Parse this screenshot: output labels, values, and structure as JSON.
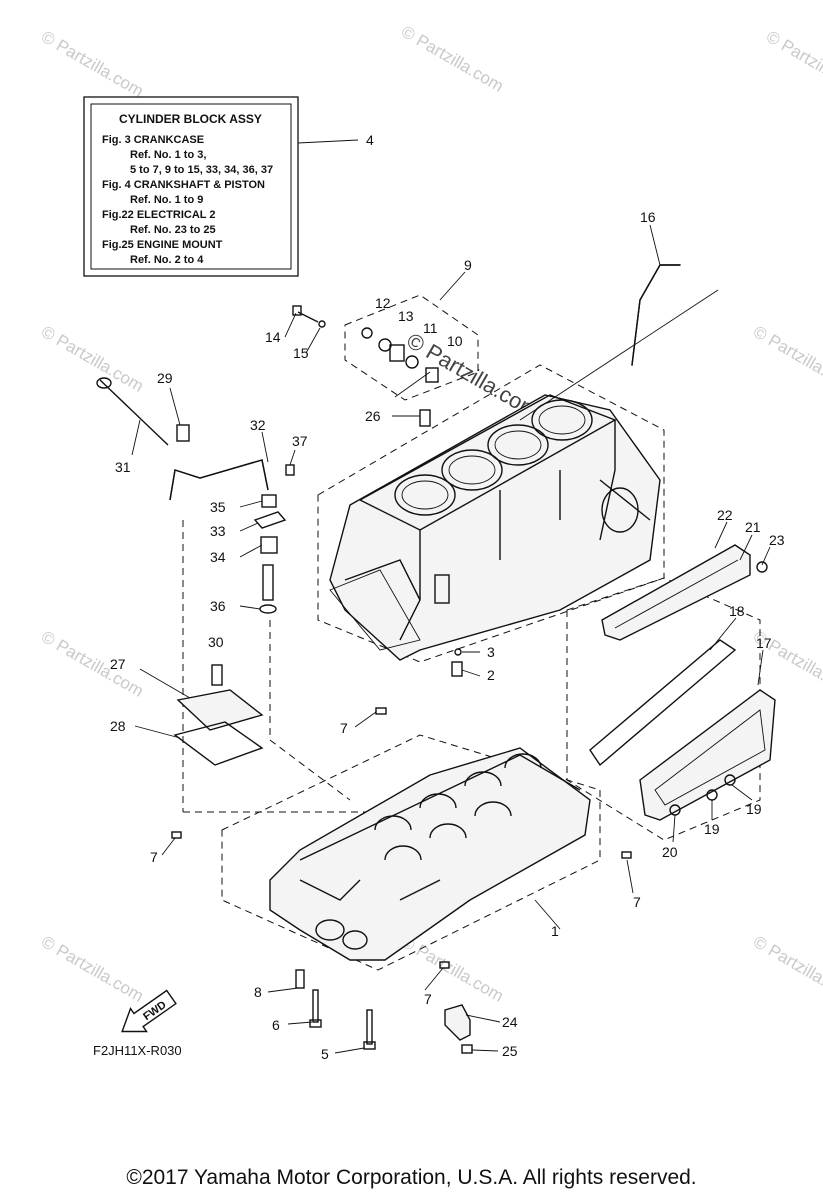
{
  "info_box": {
    "title": "CYLINDER BLOCK ASSY",
    "lines": [
      "Fig.  3 CRANKCASE",
      "Ref. No. 1 to 3,",
      "5 to 7, 9 to 15, 33, 34, 36, 37",
      "Fig.  4 CRANKSHAFT & PISTON",
      "Ref. No. 1 to 9",
      "Fig.22 ELECTRICAL 2",
      "Ref. No. 23 to 25",
      "Fig.25 ENGINE MOUNT",
      "Ref. No. 2 to 4"
    ]
  },
  "callouts": [
    "1",
    "2",
    "3",
    "4",
    "5",
    "6",
    "7",
    "8",
    "9",
    "10",
    "11",
    "12",
    "13",
    "14",
    "15",
    "16",
    "17",
    "18",
    "19",
    "20",
    "21",
    "22",
    "23",
    "24",
    "25",
    "26",
    "27",
    "28",
    "29",
    "30",
    "31",
    "32",
    "33",
    "34",
    "35",
    "36",
    "37"
  ],
  "callouts_repeated": {
    "7": [
      "7",
      "7",
      "7",
      "7"
    ],
    "19": [
      "19",
      "19"
    ]
  },
  "fwd_label": "FWD",
  "figure_code": "F2JH11X-R030",
  "watermark": "© Partzilla.com",
  "copyright": "©2017  Yamaha Motor Corporation, U.S.A. All rights reserved."
}
